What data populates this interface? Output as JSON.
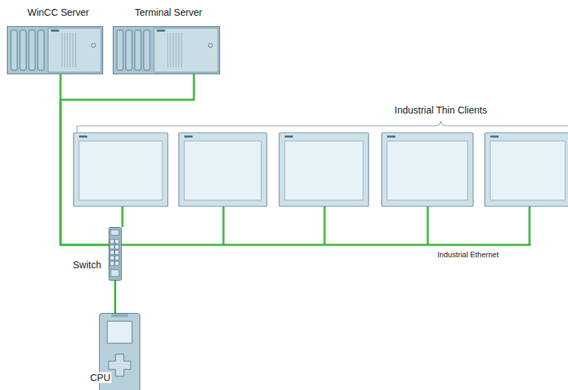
{
  "diagram": {
    "nodes": [
      {
        "text": [
          "WinCC Server"
        ]
      },
      {
        "text": [
          "Terminal Server"
        ]
      },
      {
        "text": [
          "Switch"
        ]
      },
      {
        "text": [
          "CPU"
        ]
      }
    ],
    "edges": [
      {
        "from": 0,
        "to": 2,
        "arrow": "none"
      },
      {
        "from": 1,
        "to": 2,
        "arrow": "none"
      },
      {
        "from": 2,
        "to": 3,
        "arrow": "none"
      }
    ],
    "labels": [
      "Industrial Thin Clients",
      "Industrial Ethernet"
    ]
  }
}
